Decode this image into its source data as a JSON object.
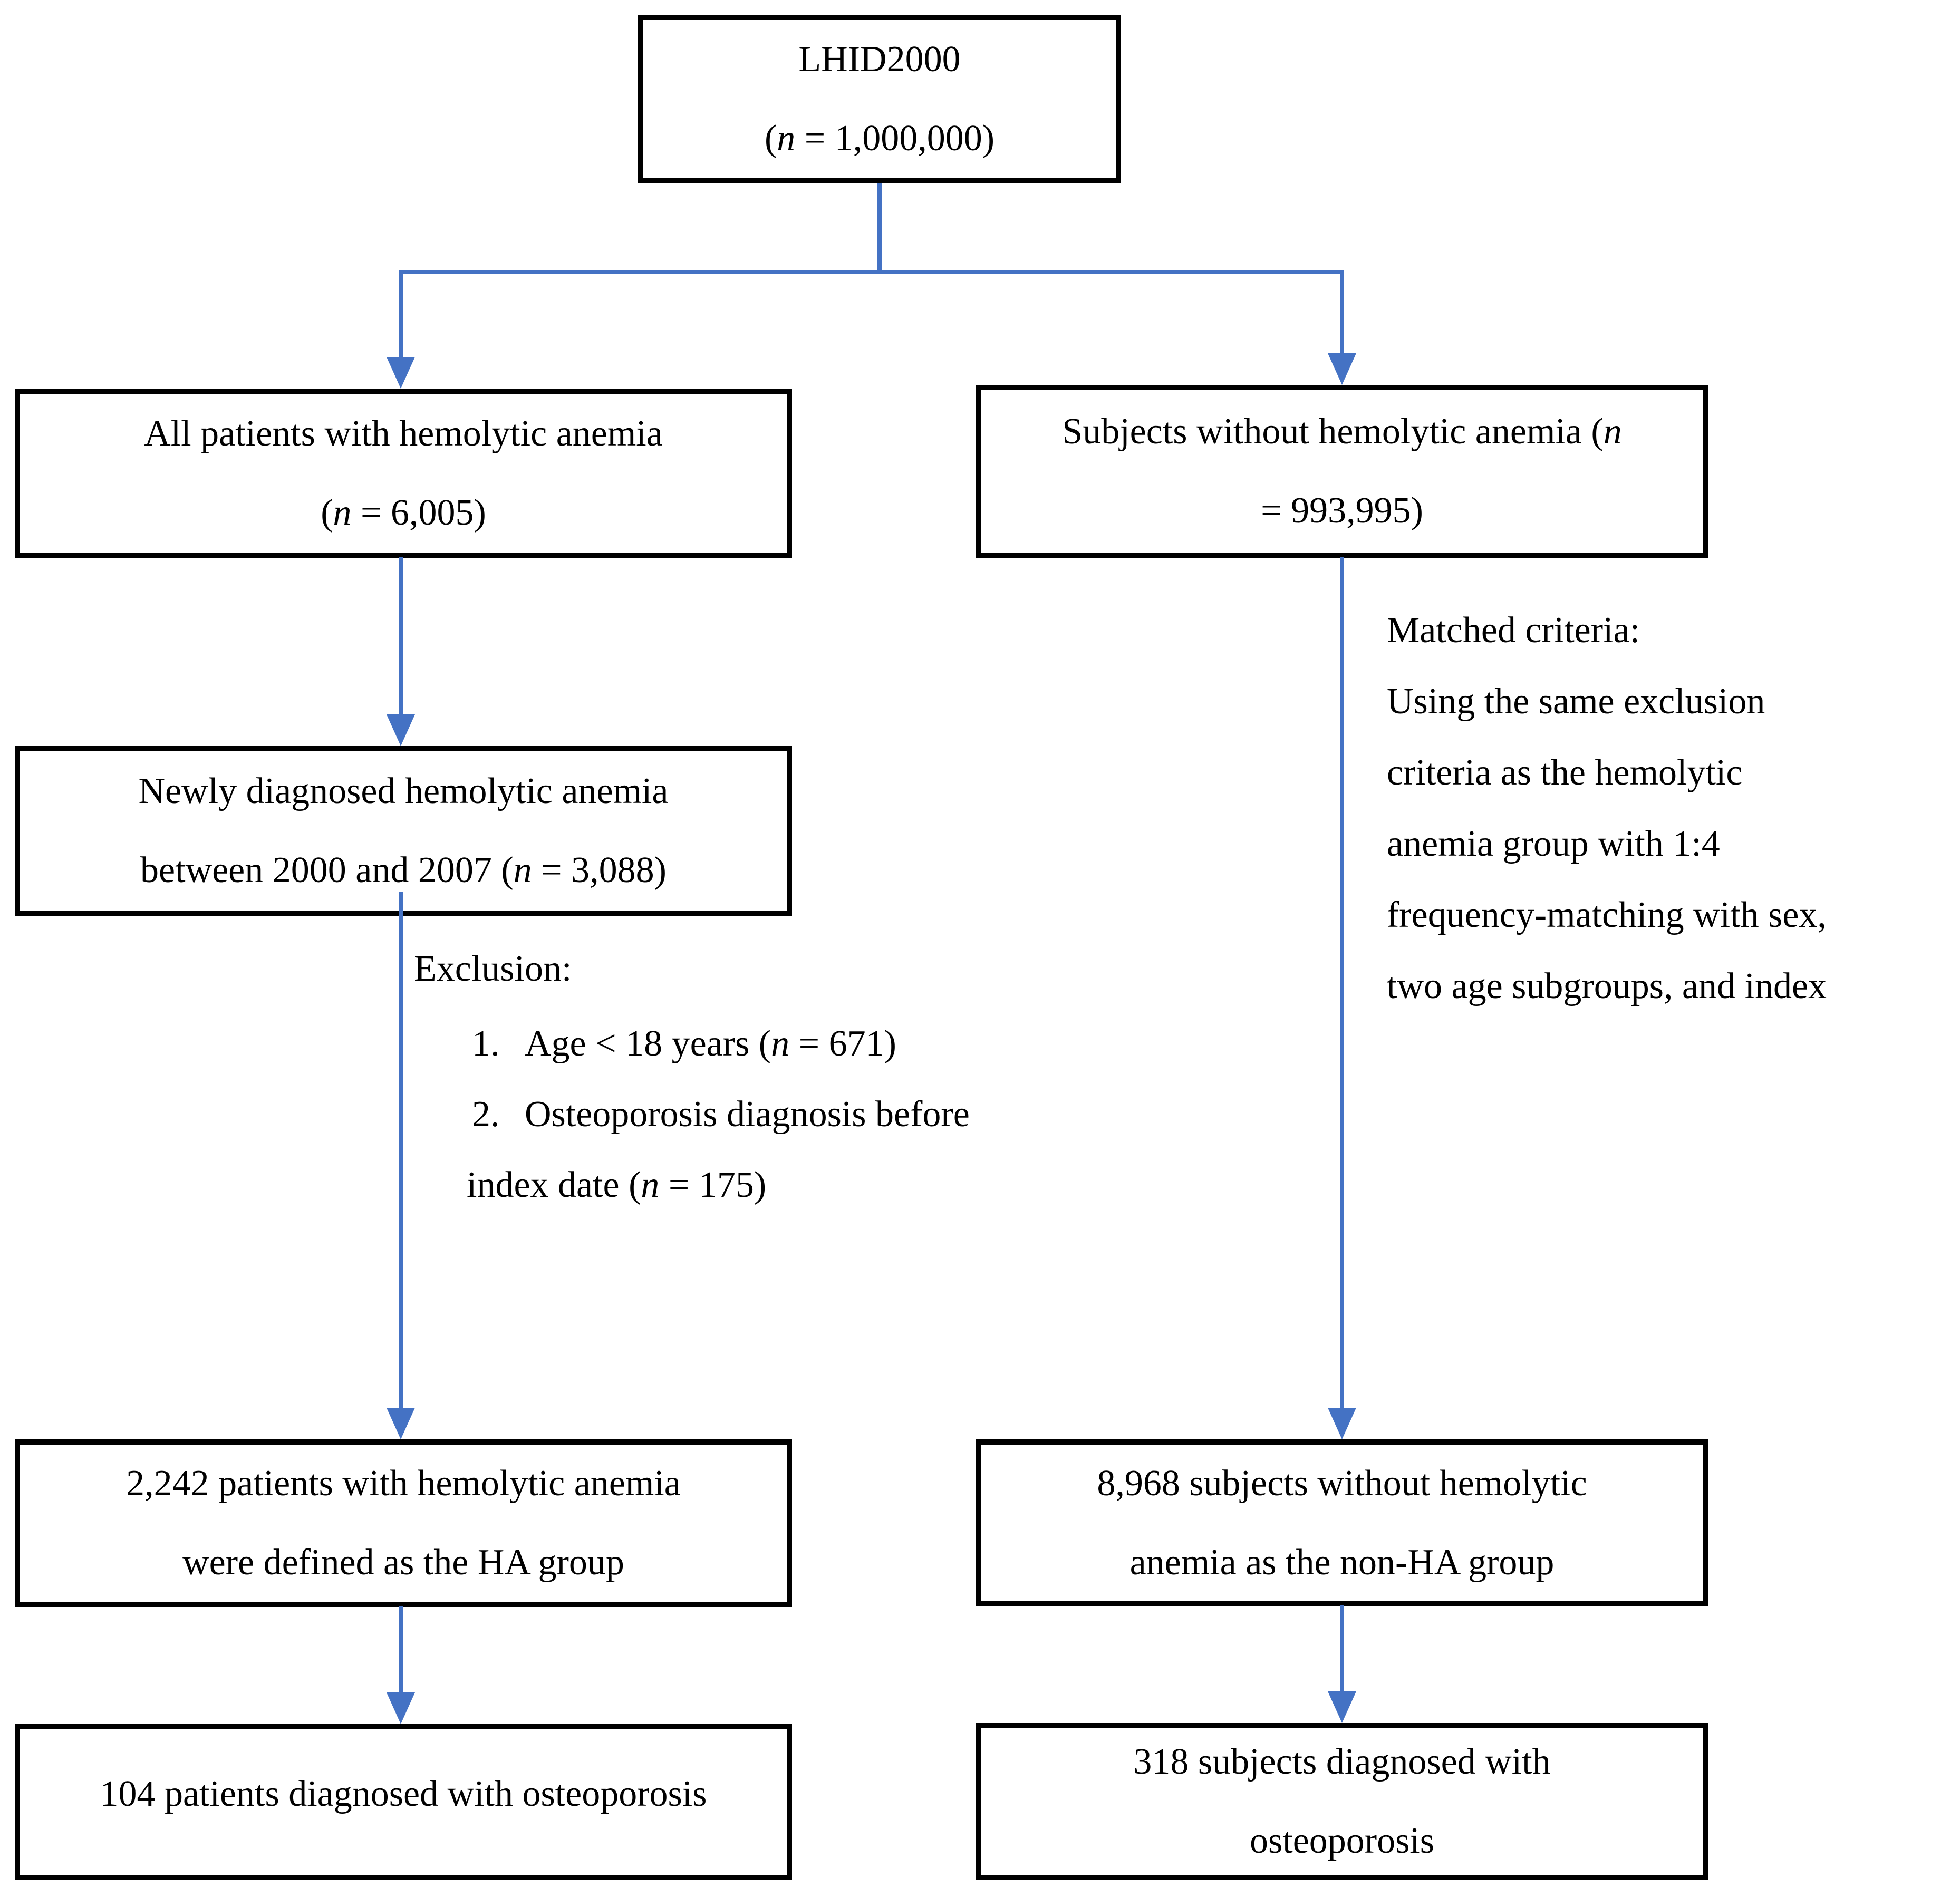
{
  "theme": {
    "arrow_color": "#4472C4",
    "box_border_color": "#000000",
    "background_color": "#FFFFFF",
    "text_color": "#000000"
  },
  "flowchart": {
    "top_box": {
      "line1": "LHID2000",
      "line2_pre": "(",
      "line2_n": "n",
      "line2_post": " = 1,000,000)"
    },
    "left_column": {
      "box1": {
        "line1": "All patients with hemolytic anemia",
        "line2_pre": "(",
        "line2_n": "n",
        "line2_post": " = 6,005)"
      },
      "box2": {
        "line1": "Newly diagnosed hemolytic anemia",
        "line2_pre": "between 2000 and 2007 (",
        "line2_n": "n",
        "line2_post": " = 3,088)"
      },
      "exclusion": {
        "heading": "Exclusion:",
        "item1_num": "1.",
        "item1_pre": "Age < 18 years (",
        "item1_n": "n",
        "item1_post": " = 671)",
        "item2_num": "2.",
        "item2_line1": "Osteoporosis diagnosis before",
        "item2_cont_pre": "index date (",
        "item2_n": "n",
        "item2_post": " = 175)"
      },
      "box3": {
        "line1": "2,242 patients with hemolytic anemia",
        "line2": "were defined as the HA group"
      },
      "box4": {
        "line1": "104 patients diagnosed with osteoporosis"
      }
    },
    "right_column": {
      "box1": {
        "line1_pre": "Subjects without hemolytic anemia (",
        "line1_n": "n",
        "line2": "= 993,995)"
      },
      "matched_note": {
        "lines": [
          "Matched criteria:",
          "Using the same exclusion",
          "criteria as the hemolytic",
          "anemia group with 1:4",
          "frequency-matching with sex,",
          "two age subgroups, and index"
        ]
      },
      "box2": {
        "line1": "8,968 subjects without hemolytic",
        "line2": "anemia as the non-HA group"
      },
      "box3": {
        "line1": "318 subjects diagnosed with",
        "line2": "osteoporosis"
      }
    }
  }
}
